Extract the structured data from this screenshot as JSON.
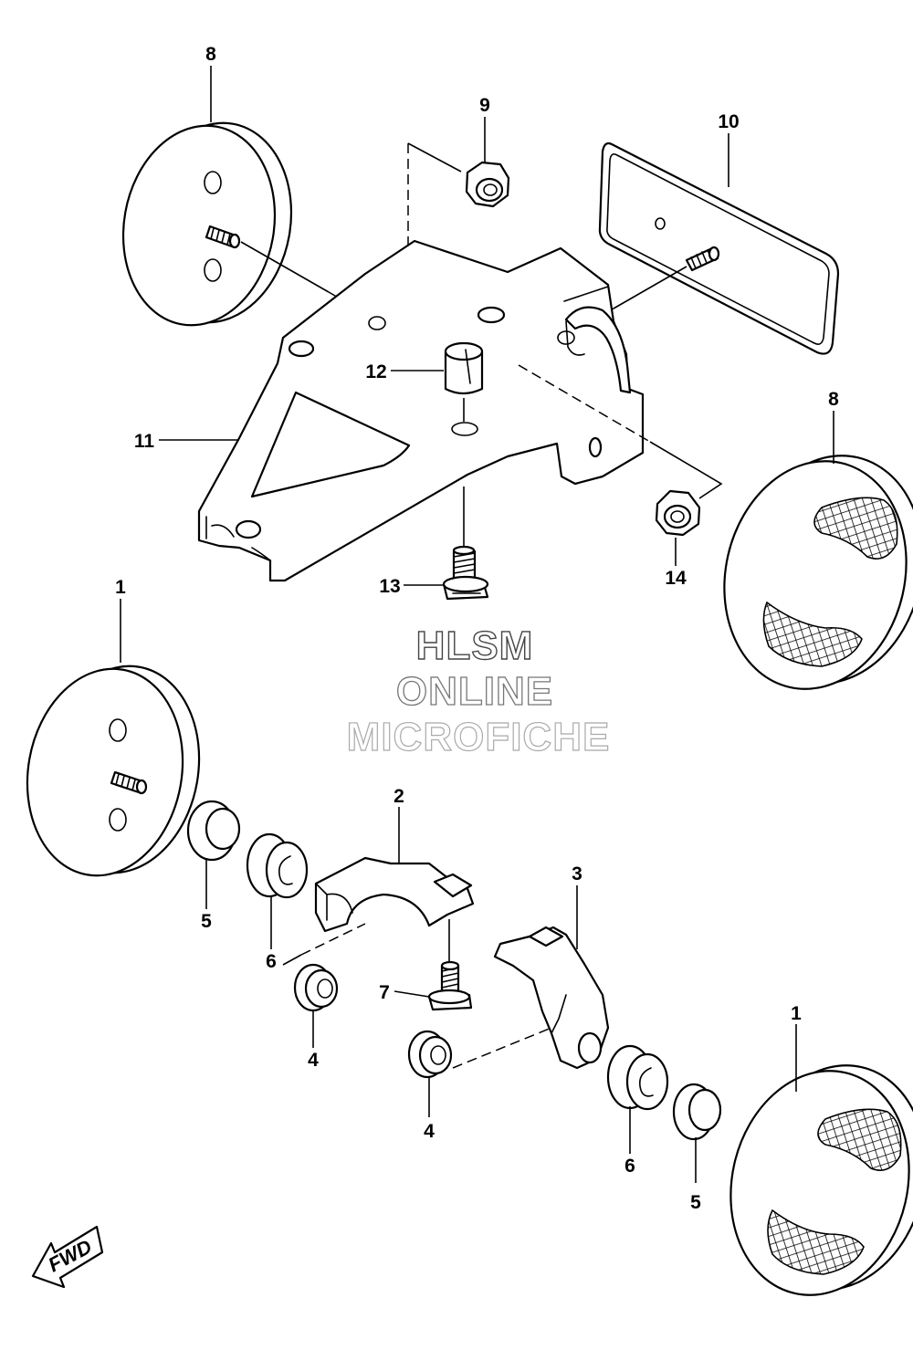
{
  "callouts": {
    "c8a": "8",
    "c9": "9",
    "c10": "10",
    "c12": "12",
    "c11": "11",
    "c8b": "8",
    "c13": "13",
    "c14": "14",
    "c1a": "1",
    "c2": "2",
    "c3": "3",
    "c5a": "5",
    "c6a": "6",
    "c4a": "4",
    "c7": "7",
    "c4b": "4",
    "c6b": "6",
    "c5b": "5",
    "c1b": "1"
  },
  "watermark": {
    "line1": "HLSM",
    "line2": "ONLINE",
    "line3": "MICROFICHE"
  },
  "direction": {
    "label": "FWD",
    "icon": "fwd-arrow-icon"
  }
}
